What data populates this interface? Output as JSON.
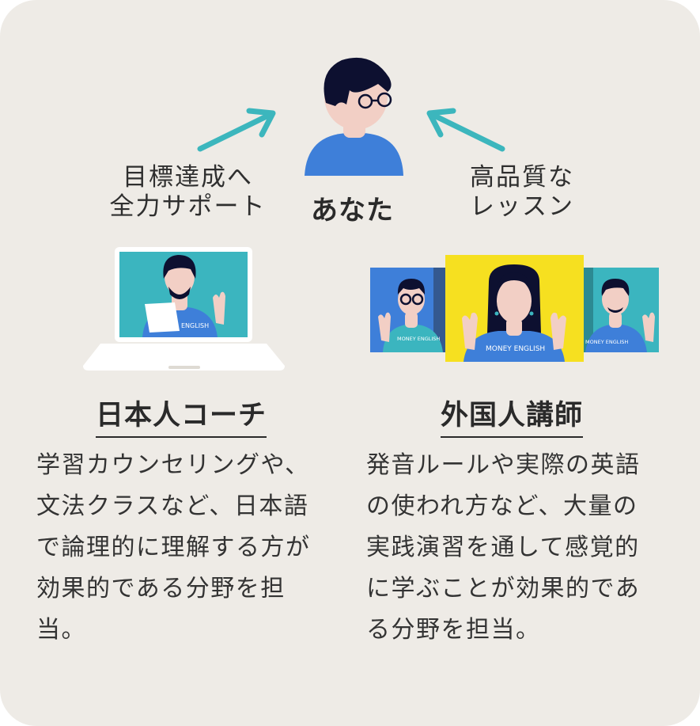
{
  "center": {
    "label": "あなた"
  },
  "left_support": {
    "line1": "目標達成へ",
    "line2": "全力サポート"
  },
  "right_support": {
    "line1": "高品質な",
    "line2": "レッスン"
  },
  "japanese_coach": {
    "heading": "日本人コーチ",
    "description_lines": [
      "学習カウンセリングや、",
      "文法クラスなど、日本語",
      "で論理的に理解する方が",
      "効果的である分野を担",
      "当。"
    ]
  },
  "foreign_instructor": {
    "heading": "外国人講師",
    "description_lines": [
      "発音ルールや実際の英語",
      "の使われ方など、大量の",
      "実践演習を通して感覚的",
      "に学ぶことが効果的であ",
      "る分野を担当。"
    ]
  },
  "shirt_logo": "MONEY ENGLISH",
  "shirt_logo_partial": "ENGLISH",
  "colors": {
    "background": "#eeebe6",
    "arrow": "#3cb6bd",
    "shirt_blue": "#3e7fd9",
    "hair": "#0d1030",
    "skin": "#f2cfc5",
    "teal": "#3bb5bf",
    "yellow": "#f6e020"
  }
}
